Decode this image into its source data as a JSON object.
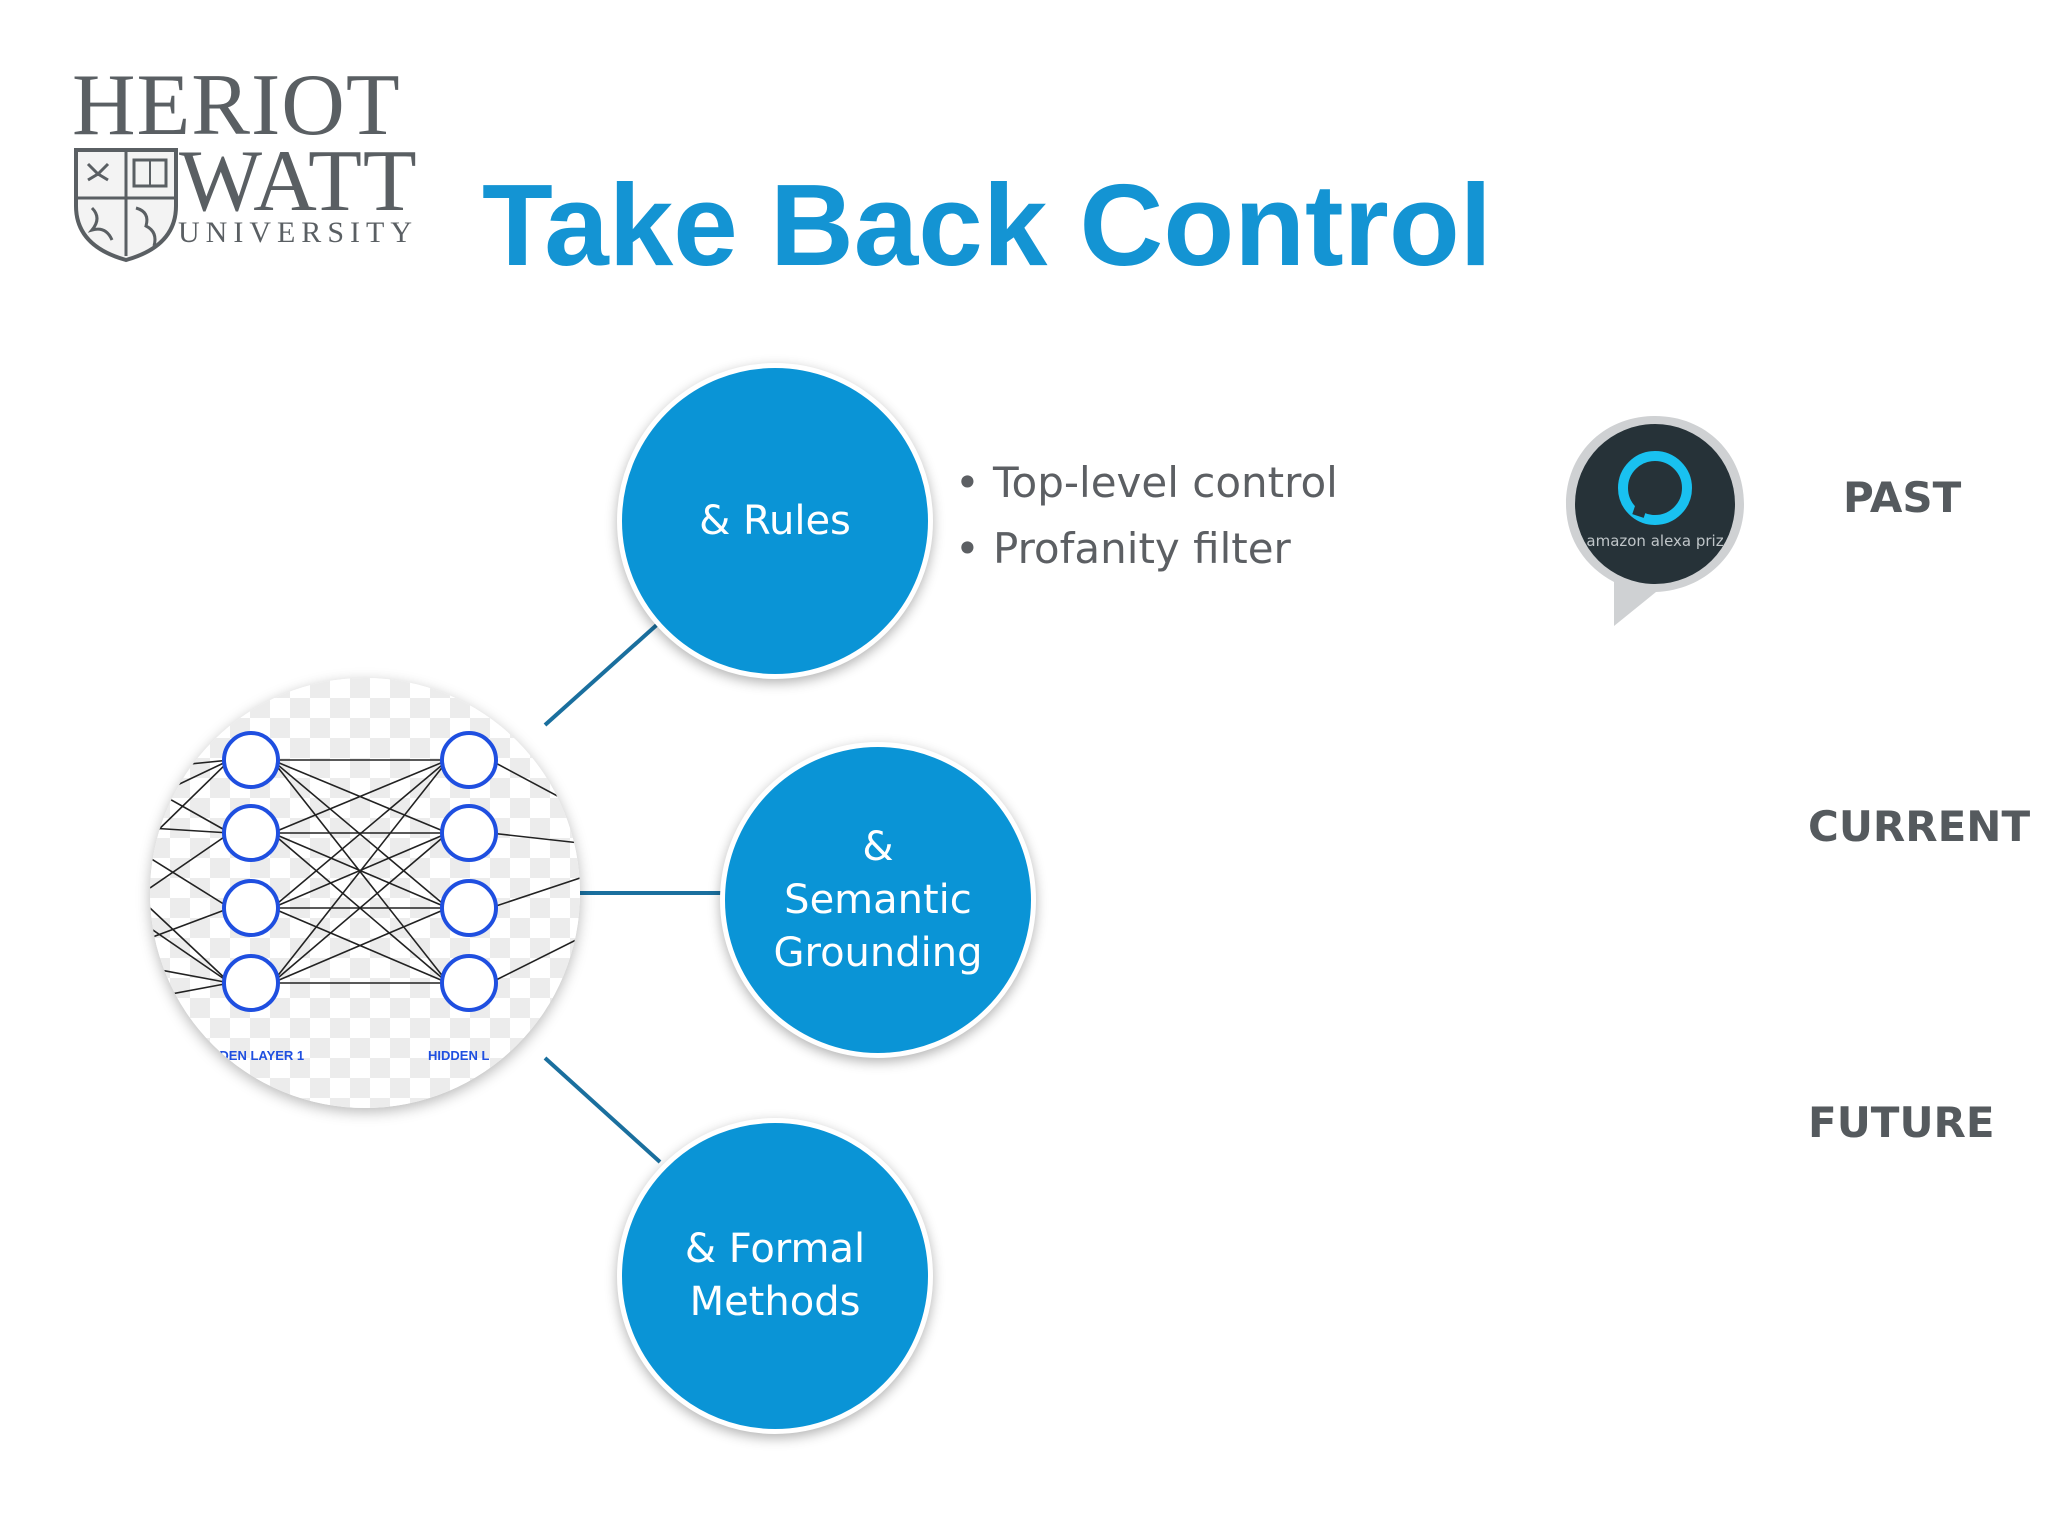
{
  "logo": {
    "line1": "HERIOT",
    "line2": "WATT",
    "line3": "UNIVERSITY"
  },
  "title": "Take Back Control",
  "neural_net": {
    "label_left": "DDEN LAYER 1",
    "label_right": "HIDDEN L"
  },
  "bubbles": {
    "rules": "& Rules",
    "semantic": [
      "&",
      "Semantic",
      "Grounding"
    ],
    "formal": [
      "& Formal",
      "Methods"
    ]
  },
  "bullets": [
    "Top-level control",
    "Profanity filter"
  ],
  "alexa": {
    "caption": "amazon alexa priz"
  },
  "stages": {
    "past": "PAST",
    "current": "CURRENT",
    "future": "FUTURE"
  },
  "colors": {
    "accent_blue": "#1494d3",
    "bubble_blue": "#0a94d6",
    "text_gray": "#5c5f63"
  }
}
